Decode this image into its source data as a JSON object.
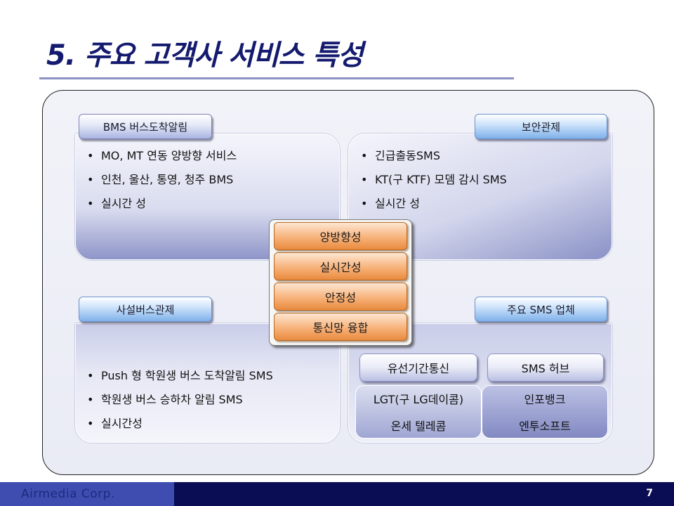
{
  "title": "5. 주요 고객사 서비스 특성",
  "sections": {
    "bms": {
      "tab": "BMS 버스도착알림",
      "items": [
        "MO, MT 연동 양방향 서비스",
        "인천, 울산, 통영, 청주  BMS",
        "실시간 성"
      ]
    },
    "security": {
      "tab": "보안관제",
      "items": [
        "긴급출동SMS",
        "KT(구 KTF) 모뎀  감시 SMS",
        "실시간 성"
      ]
    },
    "private_bus": {
      "tab": "사설버스관제",
      "items": [
        "Push 형 학원생 버스 도착알림 SMS",
        "학원생  버스 승하차 알림 SMS",
        "실시간성"
      ]
    },
    "sms_companies": {
      "tab": "주요 SMS 업체",
      "wired": {
        "label": "유선기간통신",
        "lines": [
          "LGT(구 LG데이콤)",
          "온세 텔레콤"
        ]
      },
      "hub": {
        "label": "SMS 허브",
        "lines": [
          "인포뱅크",
          "엔투소프트"
        ]
      }
    }
  },
  "center": {
    "items": [
      "양방향성",
      "실시간성",
      "안정성",
      "통신망 융합"
    ]
  },
  "bullet_char": "•",
  "footer": {
    "company": "Airmedia Corp.",
    "page": "7"
  },
  "colors": {
    "title": "#141a6e",
    "footer_dark": "#0a0c54",
    "footer_light": "#3f4db0",
    "orange_button": "#f7b27a"
  }
}
